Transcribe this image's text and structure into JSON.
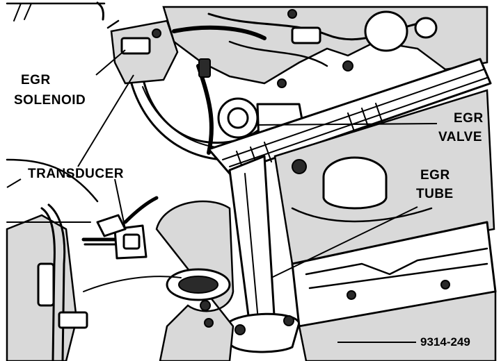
{
  "labels": {
    "egr_solenoid_line1": "EGR",
    "egr_solenoid_line2": "SOLENOID",
    "transducer": "TRANSDUCER",
    "egr_valve_line1": "EGR",
    "egr_valve_line2": "VALVE",
    "egr_tube_line1": "EGR",
    "egr_tube_line2": "TUBE",
    "figure_number": "9314-249"
  },
  "colors": {
    "ink": "#000000",
    "paper": "#ffffff",
    "shade": "#d9d9d9"
  }
}
